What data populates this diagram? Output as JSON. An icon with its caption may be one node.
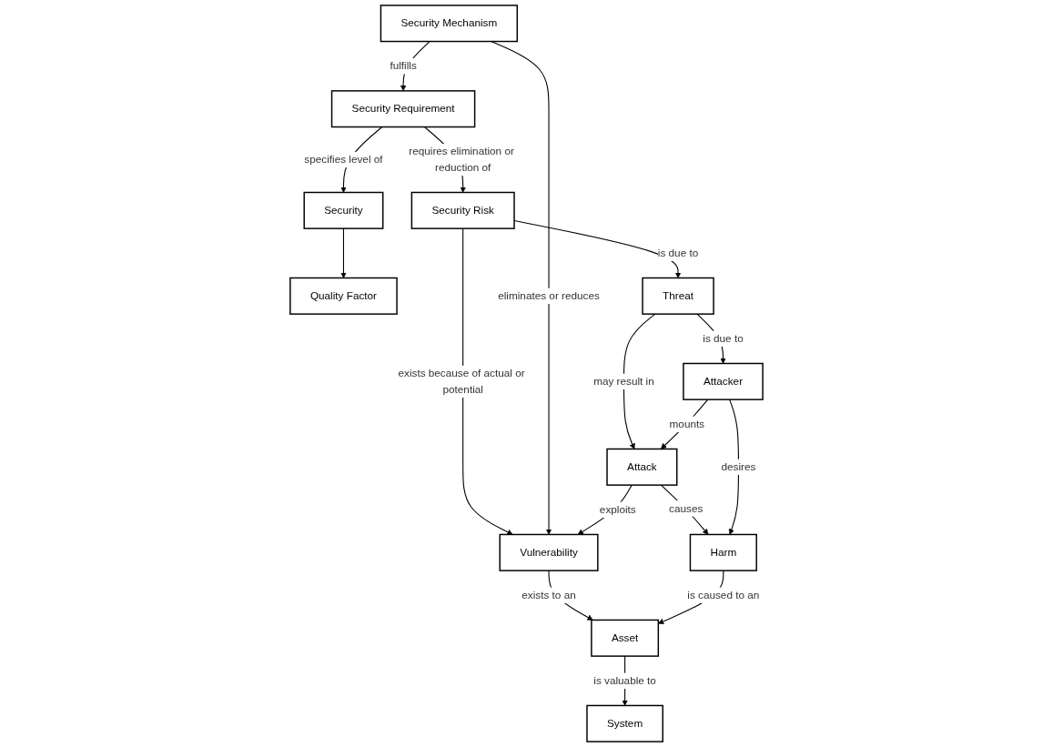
{
  "diagram": {
    "nodes": [
      {
        "text": [
          "Security"
        ]
      },
      {
        "text": [
          "Quality Factor"
        ]
      },
      {
        "text": [
          "Security Risk"
        ]
      },
      {
        "text": [
          "Security Requirement"
        ]
      },
      {
        "text": [
          "Threat"
        ]
      },
      {
        "text": [
          "Attacker"
        ]
      },
      {
        "text": [
          "Security Mechanism"
        ]
      },
      {
        "text": [
          "Attack"
        ]
      },
      {
        "text": [
          "Vulnerability"
        ]
      },
      {
        "text": [
          "Harm"
        ]
      },
      {
        "text": [
          "System"
        ]
      },
      {
        "text": [
          "Asset"
        ]
      }
    ],
    "edges": [
      {
        "from": 0,
        "to": 1,
        "arrow": "to"
      },
      {
        "from": 3,
        "to": 0,
        "arrow": "to",
        "label": "specifies level of"
      },
      {
        "from": 3,
        "to": 2,
        "arrow": "to",
        "label": "requires elimination or reduction of"
      },
      {
        "from": 2,
        "to": 4,
        "arrow": "to",
        "label": "is due to"
      },
      {
        "from": 4,
        "to": 5,
        "arrow": "to",
        "label": "is due to"
      },
      {
        "from": 4,
        "to": 7,
        "arrow": "to",
        "label": "may result in"
      },
      {
        "from": 5,
        "to": 7,
        "arrow": "to",
        "label": "mounts"
      },
      {
        "from": 6,
        "to": 3,
        "arrow": "to",
        "label": "fulfills"
      },
      {
        "from": 2,
        "to": 8,
        "arrow": "to",
        "label": "exists because of actual or potential"
      },
      {
        "from": 6,
        "to": 8,
        "arrow": "to",
        "label": "eliminates or reduces"
      },
      {
        "from": 7,
        "to": 8,
        "arrow": "to",
        "label": "exploits"
      },
      {
        "from": 7,
        "to": 9,
        "arrow": "to",
        "label": "causes"
      },
      {
        "from": 5,
        "to": 9,
        "arrow": "to",
        "label": "desires"
      },
      {
        "from": 8,
        "to": 11,
        "arrow": "to",
        "label": "exists to an"
      },
      {
        "from": 9,
        "to": 11,
        "arrow": "to",
        "label": "is caused to an"
      },
      {
        "from": 11,
        "to": 10,
        "arrow": "to",
        "label": "is valuable to"
      }
    ]
  }
}
